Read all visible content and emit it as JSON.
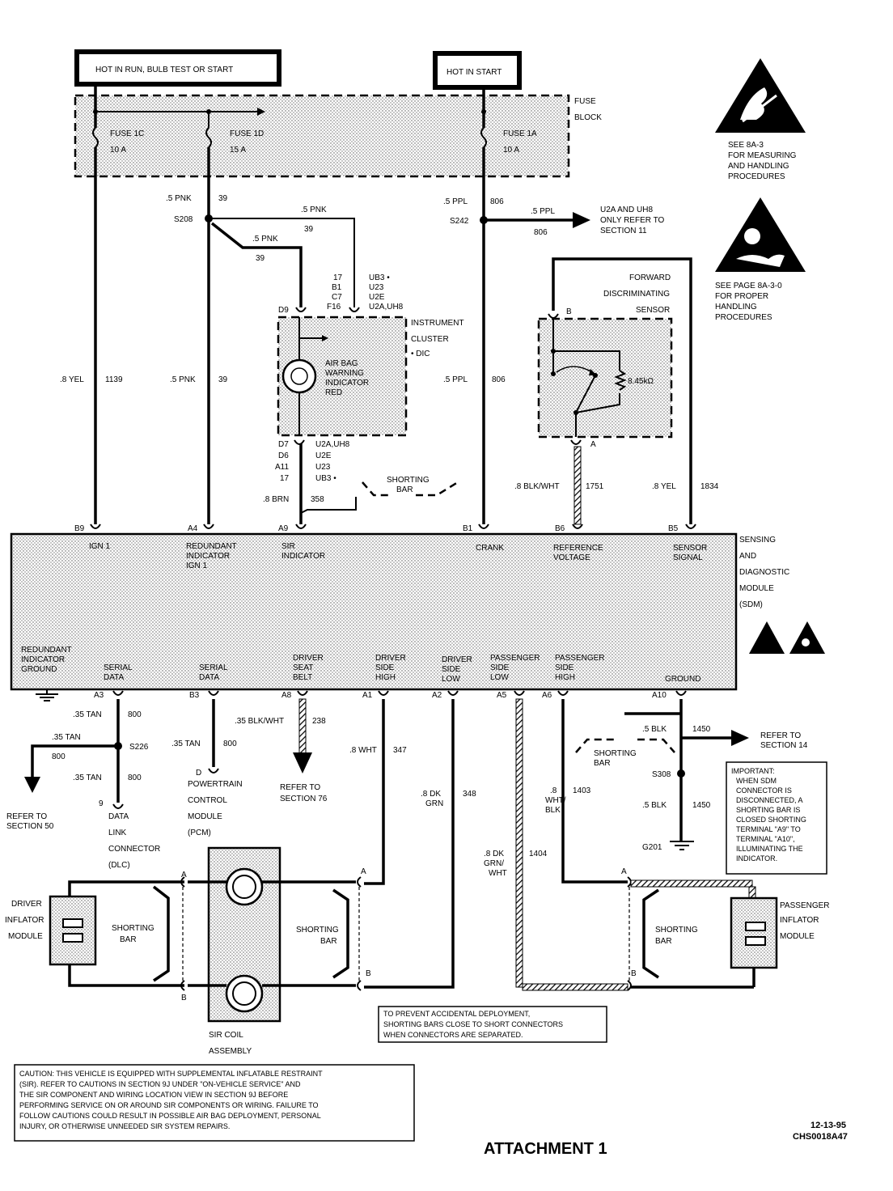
{
  "labels": {
    "hot_run": "HOT IN RUN, BULB TEST OR START",
    "hot_start": "HOT IN START",
    "fuse_block_1": "FUSE",
    "fuse_block_2": "BLOCK",
    "fuse1c_name": "FUSE 1C",
    "fuse1c_amp": "10 A",
    "fuse1d_name": "FUSE 1D",
    "fuse1d_amp": "15 A",
    "fuse1a_name": "FUSE 1A",
    "fuse1a_amp": "10 A",
    "pnk5_a": ".5 PNK",
    "c39_a": "39",
    "pnk5_b": ".5 PNK",
    "c39_b": "39",
    "pnk5_c": ".5 PNK",
    "c39_c": "39",
    "s208": "S208",
    "ppl5_a": ".5 PPL",
    "c806_a": "806",
    "s242": "S242",
    "ppl5_b": ".5 PPL",
    "c806_b": "806",
    "refer11_1": "U2A AND UH8",
    "refer11_2": "ONLY REFER TO",
    "refer11_3": "SECTION 11",
    "esd1_1": "SEE 8A-3",
    "esd1_2": "FOR MEASURING",
    "esd1_3": "AND HANDLING",
    "esd1_4": "PROCEDURES",
    "esd2_1": "SEE PAGE 8A-3-0",
    "esd2_2": "FOR PROPER",
    "esd2_3": "HANDLING",
    "esd2_4": "PROCEDURES",
    "pin_17": "17",
    "pin_b1": "B1",
    "pin_c7": "C7",
    "pin_f16": "F16",
    "opt_ub3": "UB3 •",
    "opt_u23": "U23",
    "opt_u2e": "U2E",
    "opt_u2a": "U2A,UH8",
    "d9": "D9",
    "ic_1": "INSTRUMENT",
    "ic_2": "CLUSTER",
    "ic_3": "• DIC",
    "ab_1": "AIR BAG",
    "ab_2": "WARNING",
    "ab_3": "INDICATOR",
    "ab_4": "RED",
    "pin_d7": "D7",
    "pin_d6": "D6",
    "pin_a11": "A11",
    "pin_17b": "17",
    "opt2_u2a": "U2A,UH8",
    "opt2_u2e": "U2E",
    "opt2_u23": "U23",
    "opt2_ub3": "UB3 •",
    "shorting_bar": "SHORTING",
    "shorting_bar2": "BAR",
    "brn8": ".8 BRN",
    "c358": "358",
    "fds_1": "FORWARD",
    "fds_2": "DISCRIMINATING",
    "fds_3": "SENSOR",
    "fds_b": "B",
    "fds_a": "A",
    "res": "8.45kΩ",
    "yel8": ".8 YEL",
    "c1139": "1139",
    "pnk5_d": ".5 PNK",
    "c39_d": "39",
    "ppl5_c": ".5 PPL",
    "c806_c": "806",
    "blkwht8": ".8 BLK/WHT",
    "c1751": "1751",
    "yel8b": ".8 YEL",
    "c1834": "1834",
    "b9": "B9",
    "a4": "A4",
    "a9": "A9",
    "b1": "B1",
    "b6": "B6",
    "b5": "B5",
    "ign1": "IGN 1",
    "red_ign_1": "REDUNDANT",
    "red_ign_2": "INDICATOR",
    "red_ign_3": "IGN 1",
    "sir_ind_1": "SIR",
    "sir_ind_2": "INDICATOR",
    "crank": "CRANK",
    "refv_1": "REFERENCE",
    "refv_2": "VOLTAGE",
    "sens_1": "SENSOR",
    "sens_2": "SIGNAL",
    "sdm_1": "SENSING",
    "sdm_2": "AND",
    "sdm_3": "DIAGNOSTIC",
    "sdm_4": "MODULE",
    "sdm_5": "(SDM)",
    "rig_1": "REDUNDANT",
    "rig_2": "INDICATOR",
    "rig_3": "GROUND",
    "sd1_1": "SERIAL",
    "sd1_2": "DATA",
    "sd2_1": "SERIAL",
    "sd2_2": "DATA",
    "dsb_1": "DRIVER",
    "dsb_2": "SEAT",
    "dsb_3": "BELT",
    "dsh_1": "DRIVER",
    "dsh_2": "SIDE",
    "dsh_3": "HIGH",
    "dsl_1": "DRIVER",
    "dsl_2": "SIDE",
    "dsl_3": "LOW",
    "psl_1": "PASSENGER",
    "psl_2": "SIDE",
    "psl_3": "LOW",
    "psh_1": "PASSENGER",
    "psh_2": "SIDE",
    "psh_3": "HIGH",
    "gnd": "GROUND",
    "a3": "A3",
    "b3": "B3",
    "a8": "A8",
    "a1": "A1",
    "a2": "A2",
    "a5": "A5",
    "a6": "A6",
    "a10": "A10",
    "tan35_a": ".35 TAN",
    "c800_a": "800",
    "tan35_b": ".35 TAN",
    "c800_b": "800",
    "s226": "S226",
    "tan35_c": ".35 TAN",
    "c800_c": "800",
    "tan35_d": ".35 TAN",
    "c800_d": "800",
    "refer50_1": "REFER TO",
    "refer50_2": "SECTION 50",
    "dlc_pin": "9",
    "dlc_1": "DATA",
    "dlc_2": "LINK",
    "dlc_3": "CONNECTOR",
    "dlc_4": "(DLC)",
    "pcm_pin": "D",
    "pcm_1": "POWERTRAIN",
    "pcm_2": "CONTROL",
    "pcm_3": "MODULE",
    "pcm_4": "(PCM)",
    "blkwht35": ".35 BLK/WHT",
    "c238": "238",
    "refer76_1": "REFER TO",
    "refer76_2": "SECTION 76",
    "wht8": ".8 WHT",
    "c347": "347",
    "dkgrn8_1": ".8 DK",
    "dkgrn8_2": "GRN",
    "c348": "348",
    "wb8_1": ".8",
    "wb8_2": "WHT/",
    "wb8_3": "BLK",
    "c1403": "1403",
    "dgw_1": ".8 DK",
    "dgw_2": "GRN/",
    "dgw_3": "WHT",
    "c1404": "1404",
    "blk5_a": ".5 BLK",
    "c1450_a": "1450",
    "refer14_1": "REFER TO",
    "refer14_2": "SECTION 14",
    "s308": "S308",
    "blk5_b": ".5 BLK",
    "c1450_b": "1450",
    "g201": "G201",
    "imp_1": "IMPORTANT:",
    "imp_2": "WHEN SDM",
    "imp_3": "CONNECTOR IS",
    "imp_4": "DISCONNECTED, A",
    "imp_5": "SHORTING BAR IS",
    "imp_6": "CLOSED SHORTING",
    "imp_7": "TERMINAL \"A9\" TO",
    "imp_8": "TERMINAL \"A10\",",
    "imp_9": "ILLUMINATING THE",
    "imp_10": "INDICATOR.",
    "dim_1": "DRIVER",
    "dim_2": "INFLATOR",
    "dim_3": "MODULE",
    "pim_1": "PASSENGER",
    "pim_2": "INFLATOR",
    "pim_3": "MODULE",
    "sir_1": "SIR COIL",
    "sir_2": "ASSEMBLY",
    "conn_a": "A",
    "conn_b": "B",
    "prev_1": "TO PREVENT ACCIDENTAL DEPLOYMENT,",
    "prev_2": "SHORTING BARS CLOSE TO SHORT CONNECTORS",
    "prev_3": "WHEN CONNECTORS ARE SEPARATED.",
    "caut_1": "CAUTION:  THIS VEHICLE IS EQUIPPED WITH SUPPLEMENTAL INFLATABLE RESTRAINT",
    "caut_2": "(SIR). REFER TO CAUTIONS IN SECTION 9J UNDER \"ON-VEHICLE SERVICE\" AND",
    "caut_3": "THE SIR COMPONENT AND WIRING LOCATION VIEW IN SECTION 9J BEFORE",
    "caut_4": "PERFORMING SERVICE ON OR AROUND SIR COMPONENTS OR WIRING. FAILURE TO",
    "caut_5": "FOLLOW CAUTIONS COULD RESULT IN POSSIBLE AIR BAG DEPLOYMENT, PERSONAL",
    "caut_6": "INJURY, OR OTHERWISE UNNEEDED SIR SYSTEM REPAIRS.",
    "date": "12-13-95",
    "code": "CHS0018A47",
    "attachment": "ATTACHMENT 1"
  }
}
